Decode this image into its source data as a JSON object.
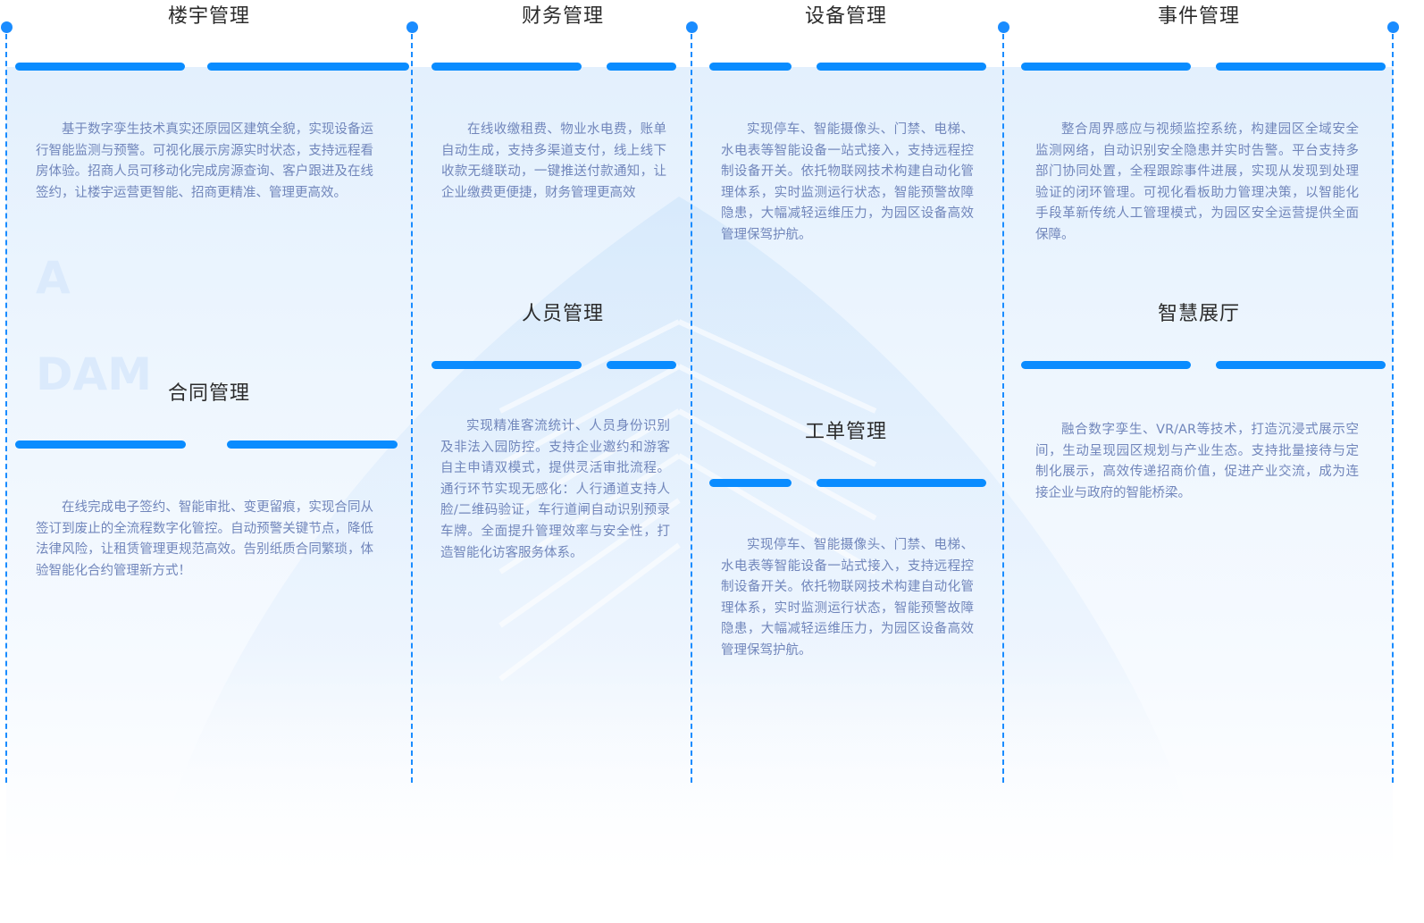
{
  "watermark": {
    "line1": "A",
    "line2": "DAM"
  },
  "sections": [
    {
      "title": "楼宇管理",
      "desc": "基于数字孪生技术真实还原园区建筑全貌，实现设备运行智能监测与预警。可视化展示房源实时状态，支持远程看房体验。招商人员可移动化完成房源查询、客户跟进及在线签约，让楼宇运营更智能、招商更精准、管理更高效。"
    },
    {
      "title": "合同管理",
      "desc": "在线完成电子签约、智能审批、变更留痕，实现合同从签订到废止的全流程数字化管控。自动预警关键节点，降低法律风险，让租赁管理更规范高效。告别纸质合同繁琐，体验智能化合约管理新方式！"
    },
    {
      "title": "财务管理",
      "desc": "在线收缴租费、物业水电费，账单自动生成，支持多渠道支付，线上线下收款无缝联动，一键推送付款通知，让企业缴费更便捷，财务管理更高效"
    },
    {
      "title": "人员管理",
      "desc": "实现精准客流统计、人员身份识别及非法入园防控。支持企业邀约和游客自主申请双模式，提供灵活审批流程。通行环节实现无感化：人行通道支持人脸/二维码验证，车行道闸自动识别预录车牌。全面提升管理效率与安全性，打造智能化访客服务体系。"
    },
    {
      "title": "设备管理",
      "desc": "实现停车、智能摄像头、门禁、电梯、水电表等智能设备一站式接入，支持远程控制设备开关。依托物联网技术构建自动化管理体系，实时监测运行状态，智能预警故障隐患，大幅减轻运维压力，为园区设备高效管理保驾护航。"
    },
    {
      "title": "工单管理",
      "desc": "实现停车、智能摄像头、门禁、电梯、水电表等智能设备一站式接入，支持远程控制设备开关。依托物联网技术构建自动化管理体系，实时监测运行状态，智能预警故障隐患，大幅减轻运维压力，为园区设备高效管理保驾护航。"
    },
    {
      "title": "事件管理",
      "desc": "整合周界感应与视频监控系统，构建园区全域安全监测网络，自动识别安全隐患并实时告警。平台支持多部门协同处置，全程跟踪事件进展，实现从发现到处理验证的闭环管理。可视化看板助力管理决策，以智能化手段革新传统人工管理模式，为园区安全运营提供全面保障。"
    },
    {
      "title": "智慧展厅",
      "desc": "融合数字孪生、VR/AR等技术，打造沉浸式展示空间，生动呈现园区规划与产业生态。支持批量接待与定制化展示，高效传递招商价值，促进产业交流，成为连接企业与政府的智能桥梁。"
    }
  ],
  "colors": {
    "accent": "#0a8cff",
    "text": "#7186bb",
    "title": "#2b2b2b"
  }
}
